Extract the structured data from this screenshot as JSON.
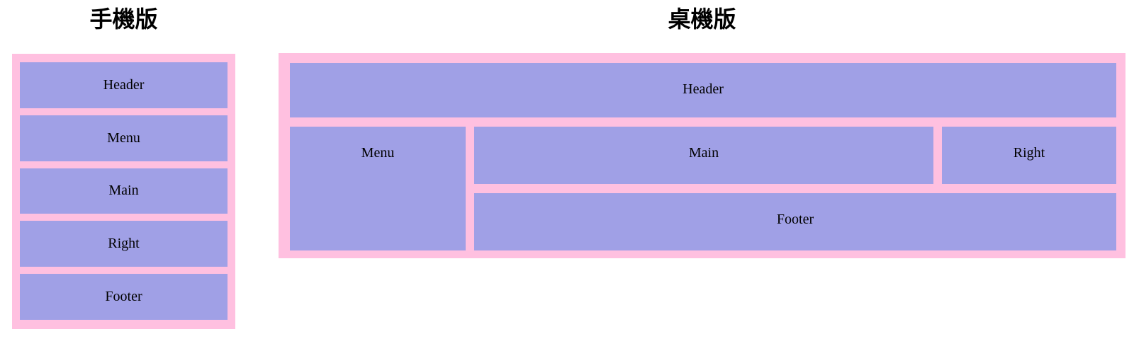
{
  "colors": {
    "container_background": "#ffc0e0",
    "box_background": "#a0a0e6",
    "text": "#000000"
  },
  "mobile": {
    "title": "手機版",
    "boxes": [
      {
        "label": "Header"
      },
      {
        "label": "Menu"
      },
      {
        "label": "Main"
      },
      {
        "label": "Right"
      },
      {
        "label": "Footer"
      }
    ]
  },
  "desktop": {
    "title": "桌機版",
    "boxes": {
      "header": "Header",
      "menu": "Menu",
      "main": "Main",
      "right": "Right",
      "footer": "Footer"
    }
  }
}
